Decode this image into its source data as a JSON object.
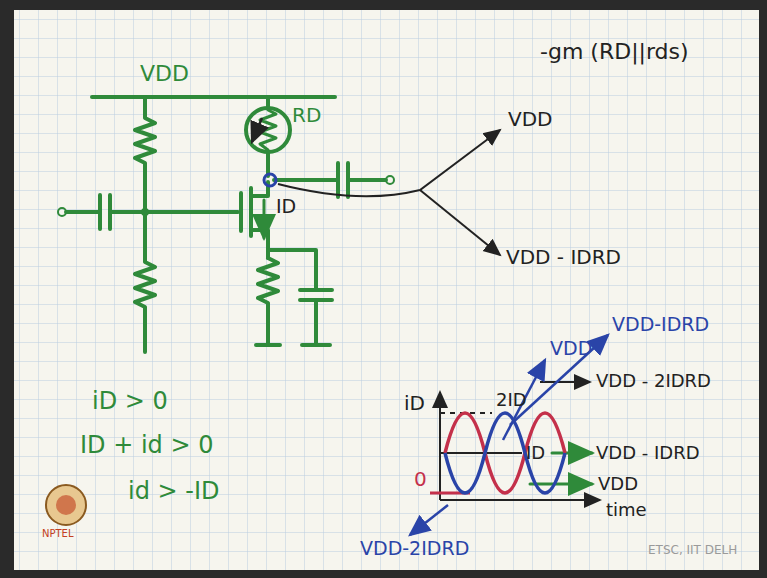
{
  "diagram": {
    "labels": [
      "VDD",
      "RD",
      "ID",
      "-gm (RD||rds)",
      "VDD",
      "VDD - IDRD",
      "iD > 0",
      "ID + id > 0",
      "id > -ID",
      "iD",
      "2ID",
      "VDD",
      "VDD-IDRD",
      "VDD - 2IDRD",
      "ID",
      "VDD - IDRD",
      "0",
      "VDD",
      "time",
      "VDD-2IDRD",
      "NPTEL",
      "ETSC, IIT DELH"
    ]
  }
}
